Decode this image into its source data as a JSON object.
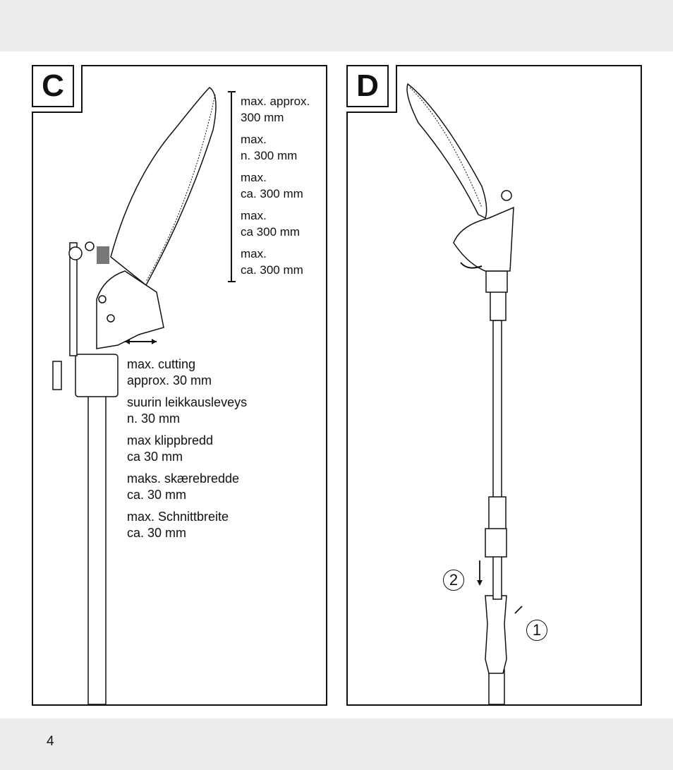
{
  "panels": {
    "c": {
      "label": "C",
      "saw_length": [
        {
          "line1": "max. approx.",
          "line2": "300 mm"
        },
        {
          "line1": "max.",
          "line2": "n. 300 mm"
        },
        {
          "line1": "max.",
          "line2": "ca. 300 mm"
        },
        {
          "line1": "max.",
          "line2": "ca 300 mm"
        },
        {
          "line1": "max.",
          "line2": "ca. 300 mm"
        }
      ],
      "cutting_width": [
        {
          "line1": "max. cutting",
          "line2": "approx. 30 mm"
        },
        {
          "line1": "suurin leikkausleveys",
          "line2": "n. 30 mm"
        },
        {
          "line1": "max klippbredd",
          "line2": "ca 30 mm"
        },
        {
          "line1": "maks. skærebredde",
          "line2": "ca. 30 mm"
        },
        {
          "line1": "max. Schnittbreite",
          "line2": "ca. 30 mm"
        }
      ]
    },
    "d": {
      "label": "D",
      "step1": "1",
      "step2": "2"
    }
  },
  "page_number": "4"
}
